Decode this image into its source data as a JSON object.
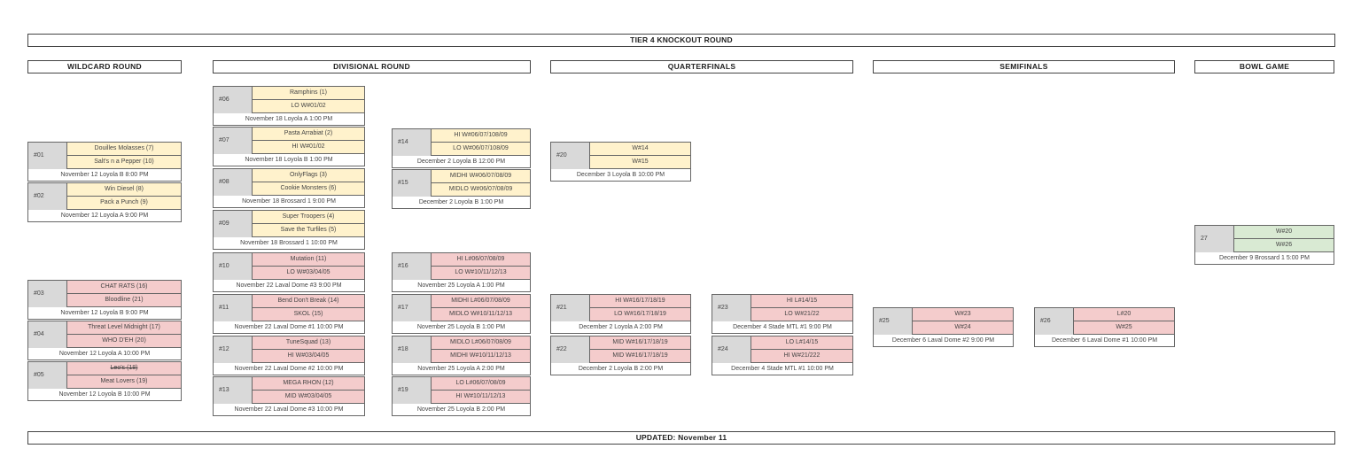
{
  "title": "TIER 4 KNOCKOUT ROUND",
  "footer": "UPDATED: November 11",
  "rounds": {
    "wildcard": "WILDCARD ROUND",
    "divisional": "DIVISIONAL ROUND",
    "quarterfinals": "QUARTERFINALS",
    "semifinals": "SEMIFINALS",
    "bowl": "BOWL GAME"
  },
  "colors": {
    "yellow": "#fff2cc",
    "red": "#f4cccc",
    "green": "#d9ead3",
    "gray": "#d9d9d9"
  },
  "games": {
    "g01": {
      "num": "#01",
      "t1": "Douilles Molasses (7)",
      "t2": "Salt's n a Pepper (10)",
      "info": "November 12 Loyola B 8:00 PM"
    },
    "g02": {
      "num": "#02",
      "t1": "Win Diesel (8)",
      "t2": "Pack a Punch (9)",
      "info": "November 12 Loyola A 9:00 PM"
    },
    "g03": {
      "num": "#03",
      "t1": "CHAT RATS (16)",
      "t2": "Bloodline (21)",
      "info": "November 12 Loyola B 9:00 PM"
    },
    "g04": {
      "num": "#04",
      "t1": "Threat Level Midnight (17)",
      "t2": "WHO D'EH (20)",
      "info": "November 12 Loyola A 10:00 PM"
    },
    "g05": {
      "num": "#05",
      "t1": "Leo's (18)",
      "t2": "Meat Lovers (19)",
      "info": "November 12 Loyola B 10:00 PM"
    },
    "g06": {
      "num": "#06",
      "t1": "Ramphins (1)",
      "t2": "LO W#01/02",
      "info": "November 18 Loyola A 1:00 PM"
    },
    "g07": {
      "num": "#07",
      "t1": "Pasta Arrabiat (2)",
      "t2": "HI W#01/02",
      "info": "November 18 Loyola B 1:00 PM"
    },
    "g08": {
      "num": "#08",
      "t1": "OnlyFlags (3)",
      "t2": "Cookie Monsters (6)",
      "info": "November 18 Brossard 1 9:00 PM"
    },
    "g09": {
      "num": "#09",
      "t1": "Super Troopers (4)",
      "t2": "Save the Turfiles (5)",
      "info": "November 18 Brossard 1 10:00 PM"
    },
    "g10": {
      "num": "#10",
      "t1": "Mutation (11)",
      "t2": "LO W#03/04/05",
      "info": "November 22 Laval Dome #3 9:00 PM"
    },
    "g11": {
      "num": "#11",
      "t1": "Bend Don't Break (14)",
      "t2": "SKOL (15)",
      "info": "November 22 Laval Dome #1 10:00 PM"
    },
    "g12": {
      "num": "#12",
      "t1": "TuneSquad (13)",
      "t2": "HI W#03/04/05",
      "info": "November 22 Laval Dome #2 10:00 PM"
    },
    "g13": {
      "num": "#13",
      "t1": "MEGA RHON (12)",
      "t2": "MID W#03/04/05",
      "info": "November 22 Laval Dome #3 10:00 PM"
    },
    "g14": {
      "num": "#14",
      "t1": "HI W#06/07/108/09",
      "t2": "LO W#06/07/108/09",
      "info": "December 2 Loyola B 12:00 PM"
    },
    "g15": {
      "num": "#15",
      "t1": "MIDHI W#06/07/08/09",
      "t2": "MIDLO W#06/07/08/09",
      "info": "December 2 Loyola B 1:00 PM"
    },
    "g16": {
      "num": "#16",
      "t1": "HI L#06/07/08/09",
      "t2": "LO W#10/11/12/13",
      "info": "November 25 Loyola A 1:00 PM"
    },
    "g17": {
      "num": "#17",
      "t1": "MIDHI L#06/07/08/09",
      "t2": "MIDLO W#10/11/12/13",
      "info": "November 25 Loyola B 1:00 PM"
    },
    "g18": {
      "num": "#18",
      "t1": "MIDLO L#06/07/08/09",
      "t2": "MIDHI W#10/11/12/13",
      "info": "November 25 Loyola A 2:00 PM"
    },
    "g19": {
      "num": "#19",
      "t1": "LO L#06/07/08/09",
      "t2": "HI W#10/11/12/13",
      "info": "November 25 Loyola B 2:00 PM"
    },
    "g20": {
      "num": "#20",
      "t1": "W#14",
      "t2": "W#15",
      "info": "December 3 Loyola B 10:00 PM"
    },
    "g21": {
      "num": "#21",
      "t1": "HI W#16/17/18/19",
      "t2": "LO W#16/17/18/19",
      "info": "December 2  Loyola A 2:00 PM"
    },
    "g22": {
      "num": "#22",
      "t1": "MID W#16/17/18/19",
      "t2": "MID W#16/17/18/19",
      "info": "December 2 Loyola B 2:00 PM"
    },
    "g23": {
      "num": "#23",
      "t1": "HI L#14/15",
      "t2": "LO W#21/22",
      "info": "December 4 Stade MTL #1 9:00 PM"
    },
    "g24": {
      "num": "#24",
      "t1": "LO L#14/15",
      "t2": "HI W#21/222",
      "info": "December 4 Stade MTL #1 10:00 PM"
    },
    "g25": {
      "num": "#25",
      "t1": "W#23",
      "t2": "W#24",
      "info": "December 6 Laval Dome #2 9:00 PM"
    },
    "g26": {
      "num": "#26",
      "t1": "L#20",
      "t2": "W#25",
      "info": "December 6 Laval Dome #1 10:00 PM"
    },
    "g27": {
      "num": "27",
      "t1": "W#20",
      "t2": "W#26",
      "info": "December 9 Brossard 1 5:00 PM"
    }
  }
}
